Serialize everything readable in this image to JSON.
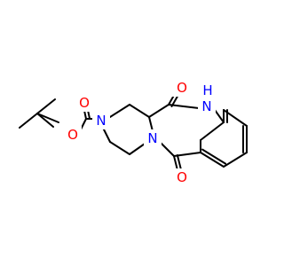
{
  "molecule": {
    "atom_labels": {
      "o_carbonyl_top": "O",
      "o_carbonyl_bottom": "O",
      "o_carbamate_double": "O",
      "o_carbamate_ester": "O",
      "n_amide_h": "N",
      "h_amide": "H",
      "n_carbamate": "N",
      "n_bridgehead": "N"
    }
  },
  "colors": {
    "oxygen": "#ff0000",
    "nitrogen": "#0000ff",
    "bond": "#000000"
  }
}
